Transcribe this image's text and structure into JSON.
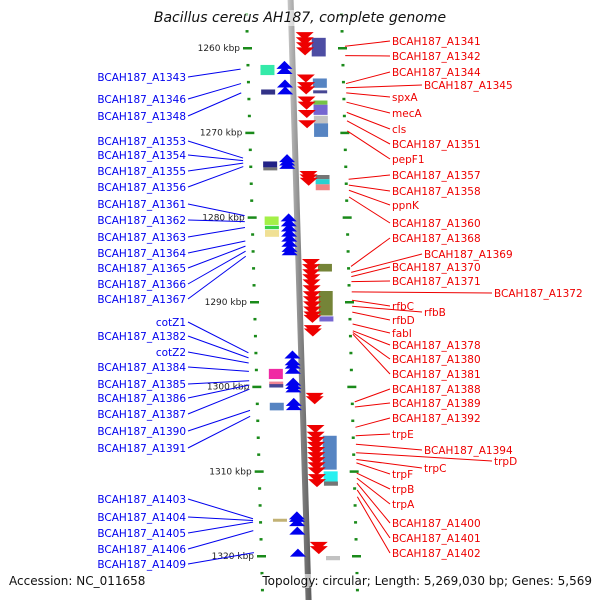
{
  "title": "Bacillus cereus AH187, complete genome",
  "footer": {
    "accession": "Accession: NC_011658",
    "summary": "Topology: circular; Length: 5,269,030 bp; Genes: 5,569"
  },
  "colors": {
    "left_label": "#0000ee",
    "right_label": "#ee0000",
    "tick": "#1a8a1a",
    "backbone": "#8a8a8a"
  },
  "ruler": [
    {
      "label": "1260 kbp",
      "kbp": 1260
    },
    {
      "label": "1270 kbp",
      "kbp": 1270
    },
    {
      "label": "1280 kbp",
      "kbp": 1280
    },
    {
      "label": "1290 kbp",
      "kbp": 1290
    },
    {
      "label": "1300 kbp",
      "kbp": 1300
    },
    {
      "label": "1310 kbp",
      "kbp": 1310
    },
    {
      "label": "1320 kbp",
      "kbp": 1320
    }
  ],
  "left_labels": [
    {
      "name": "BCAH187_A1343",
      "kbp": 1262.5
    },
    {
      "name": "BCAH187_A1346",
      "kbp": 1264.2
    },
    {
      "name": "BCAH187_A1348",
      "kbp": 1265.3
    },
    {
      "name": "BCAH187_A1353",
      "kbp": 1273.0
    },
    {
      "name": "BCAH187_A1354",
      "kbp": 1273.3
    },
    {
      "name": "BCAH187_A1355",
      "kbp": 1273.6
    },
    {
      "name": "BCAH187_A1356",
      "kbp": 1274.0
    },
    {
      "name": "BCAH187_A1361",
      "kbp": 1279.8
    },
    {
      "name": "BCAH187_A1362",
      "kbp": 1280.5
    },
    {
      "name": "BCAH187_A1363",
      "kbp": 1281.2
    },
    {
      "name": "BCAH187_A1364",
      "kbp": 1282.8
    },
    {
      "name": "BCAH187_A1365",
      "kbp": 1283.4
    },
    {
      "name": "BCAH187_A1366",
      "kbp": 1284.0
    },
    {
      "name": "BCAH187_A1367",
      "kbp": 1284.6
    },
    {
      "name": "cotZ1",
      "kbp": 1296.0
    },
    {
      "name": "BCAH187_A1382",
      "kbp": 1296.6
    },
    {
      "name": "cotZ2",
      "kbp": 1297.2
    },
    {
      "name": "BCAH187_A1384",
      "kbp": 1298.2
    },
    {
      "name": "BCAH187_A1385",
      "kbp": 1299.3
    },
    {
      "name": "BCAH187_A1386",
      "kbp": 1299.8
    },
    {
      "name": "BCAH187_A1387",
      "kbp": 1300.3
    },
    {
      "name": "BCAH187_A1390",
      "kbp": 1302.8
    },
    {
      "name": "BCAH187_A1391",
      "kbp": 1303.5
    },
    {
      "name": "BCAH187_A1403",
      "kbp": 1315.6
    },
    {
      "name": "BCAH187_A1404",
      "kbp": 1315.8
    },
    {
      "name": "BCAH187_A1405",
      "kbp": 1316.0
    },
    {
      "name": "BCAH187_A1406",
      "kbp": 1317.0
    },
    {
      "name": "BCAH187_A1409",
      "kbp": 1319.6
    }
  ],
  "right_labels": [
    {
      "name": "BCAH187_A1341",
      "kbp": 1259.8,
      "col": 0
    },
    {
      "name": "BCAH187_A1342",
      "kbp": 1260.9,
      "col": 0
    },
    {
      "name": "BCAH187_A1344",
      "kbp": 1264.2,
      "col": 0
    },
    {
      "name": "BCAH187_A1345",
      "kbp": 1264.7,
      "col": 1
    },
    {
      "name": "spxA",
      "kbp": 1265.3,
      "col": 0
    },
    {
      "name": "mecA",
      "kbp": 1266.4,
      "col": 0
    },
    {
      "name": "cls",
      "kbp": 1267.6,
      "col": 0
    },
    {
      "name": "BCAH187_A1351",
      "kbp": 1268.6,
      "col": 0
    },
    {
      "name": "pepF1",
      "kbp": 1269.8,
      "col": 0
    },
    {
      "name": "BCAH187_A1357",
      "kbp": 1275.5,
      "col": 0
    },
    {
      "name": "BCAH187_A1358",
      "kbp": 1276.2,
      "col": 0
    },
    {
      "name": "ppnK",
      "kbp": 1276.8,
      "col": 0
    },
    {
      "name": "BCAH187_A1360",
      "kbp": 1277.6,
      "col": 0
    },
    {
      "name": "BCAH187_A1368",
      "kbp": 1285.8,
      "col": 0
    },
    {
      "name": "BCAH187_A1369",
      "kbp": 1286.5,
      "col": 1
    },
    {
      "name": "BCAH187_A1370",
      "kbp": 1287.0,
      "col": 0
    },
    {
      "name": "BCAH187_A1371",
      "kbp": 1287.6,
      "col": 0
    },
    {
      "name": "BCAH187_A1372",
      "kbp": 1288.8,
      "col": 2
    },
    {
      "name": "rfbC",
      "kbp": 1289.8,
      "col": 0
    },
    {
      "name": "rfbB",
      "kbp": 1290.5,
      "col": 1
    },
    {
      "name": "rfbD",
      "kbp": 1291.2,
      "col": 0
    },
    {
      "name": "fabI",
      "kbp": 1292.6,
      "col": 0
    },
    {
      "name": "BCAH187_A1378",
      "kbp": 1293.4,
      "col": 0
    },
    {
      "name": "BCAH187_A1380",
      "kbp": 1293.6,
      "col": 0
    },
    {
      "name": "BCAH187_A1381",
      "kbp": 1293.8,
      "col": 0
    },
    {
      "name": "BCAH187_A1388",
      "kbp": 1301.8,
      "col": 0
    },
    {
      "name": "BCAH187_A1389",
      "kbp": 1302.4,
      "col": 0
    },
    {
      "name": "BCAH187_A1392",
      "kbp": 1304.8,
      "col": 0
    },
    {
      "name": "trpE",
      "kbp": 1305.8,
      "col": 0
    },
    {
      "name": "BCAH187_A1394",
      "kbp": 1306.8,
      "col": 1
    },
    {
      "name": "trpD",
      "kbp": 1307.8,
      "col": 2
    },
    {
      "name": "trpC",
      "kbp": 1308.6,
      "col": 1
    },
    {
      "name": "trpF",
      "kbp": 1309.0,
      "col": 0
    },
    {
      "name": "trpB",
      "kbp": 1310.2,
      "col": 0
    },
    {
      "name": "trpA",
      "kbp": 1310.8,
      "col": 0
    },
    {
      "name": "BCAH187_A1400",
      "kbp": 1311.4,
      "col": 0
    },
    {
      "name": "BCAH187_A1401",
      "kbp": 1312.2,
      "col": 0
    },
    {
      "name": "BCAH187_A1402",
      "kbp": 1313.0,
      "col": 0
    }
  ],
  "forward_genes": [
    {
      "start": 1262.0,
      "end": 1263.2,
      "cog": "#1ee8a0"
    },
    {
      "start": 1264.9,
      "end": 1265.5,
      "cog": "#1c1c7a"
    },
    {
      "start": 1273.4,
      "end": 1274.1,
      "cog": "#0a0a7a"
    },
    {
      "start": 1274.1,
      "end": 1274.4,
      "cog": "#666666"
    },
    {
      "start": 1279.9,
      "end": 1280.9,
      "cog": "#99ee33"
    },
    {
      "start": 1281.0,
      "end": 1281.4,
      "cog": "#22cc33"
    },
    {
      "start": 1281.5,
      "end": 1282.3,
      "cog": "#eedd88"
    },
    {
      "start": 1297.9,
      "end": 1299.1,
      "cog": "#ee1199"
    },
    {
      "start": 1299.4,
      "end": 1299.6,
      "cog": "#ee7788"
    },
    {
      "start": 1299.7,
      "end": 1300.1,
      "cog": "#333388"
    },
    {
      "start": 1301.9,
      "end": 1302.8,
      "cog": "#4477bb"
    },
    {
      "start": 1315.6,
      "end": 1315.9,
      "cog": "#bbaa66"
    }
  ],
  "reverse_genes": [
    {
      "start": 1258.8,
      "end": 1261.0,
      "cog": "#3a3a99"
    },
    {
      "start": 1263.6,
      "end": 1264.7,
      "cog": "#4477bb"
    },
    {
      "start": 1265.0,
      "end": 1265.3,
      "cog": "#333388"
    },
    {
      "start": 1266.2,
      "end": 1266.7,
      "cog": "#66bb33"
    },
    {
      "start": 1266.7,
      "end": 1267.9,
      "cog": "#6655cc"
    },
    {
      "start": 1268.0,
      "end": 1268.9,
      "cog": "#bbbbbb"
    },
    {
      "start": 1268.9,
      "end": 1270.5,
      "cog": "#4477bb"
    },
    {
      "start": 1275.0,
      "end": 1275.5,
      "cog": "#666666"
    },
    {
      "start": 1275.5,
      "end": 1276.1,
      "cog": "#11cccc"
    },
    {
      "start": 1276.1,
      "end": 1276.8,
      "cog": "#ee7777"
    },
    {
      "start": 1285.5,
      "end": 1286.4,
      "cog": "#667722"
    },
    {
      "start": 1288.7,
      "end": 1291.6,
      "cog": "#667722"
    },
    {
      "start": 1291.7,
      "end": 1292.3,
      "cog": "#6655cc"
    },
    {
      "start": 1305.8,
      "end": 1309.8,
      "cog": "#4477bb"
    },
    {
      "start": 1310.0,
      "end": 1311.2,
      "cog": "#11eeee"
    },
    {
      "start": 1311.2,
      "end": 1311.7,
      "cog": "#666666"
    },
    {
      "start": 1320.0,
      "end": 1320.5,
      "cog": "#bbbbbb"
    }
  ],
  "forward_arrows": [
    1262.0,
    1262.6,
    1264.2,
    1265.0,
    1273.0,
    1273.4,
    1273.8,
    1280.0,
    1280.6,
    1281.2,
    1281.8,
    1282.4,
    1283.0,
    1283.6,
    1284.0,
    1296.2,
    1297.0,
    1297.4,
    1298.0,
    1299.4,
    1299.8,
    1300.2,
    1301.8,
    1302.3,
    1315.2,
    1315.5,
    1316.0,
    1317.0,
    1319.6
  ],
  "reverse_arrows": [
    1258.6,
    1259.2,
    1259.8,
    1260.4,
    1263.6,
    1264.5,
    1265.0,
    1266.2,
    1266.8,
    1267.8,
    1269.0,
    1275.0,
    1275.4,
    1275.8,
    1285.4,
    1286.0,
    1286.6,
    1287.2,
    1287.8,
    1288.5,
    1289.2,
    1289.8,
    1290.4,
    1291.0,
    1291.6,
    1292.0,
    1293.2,
    1293.6,
    1301.2,
    1301.6,
    1305.0,
    1305.8,
    1306.4,
    1307.0,
    1307.6,
    1308.2,
    1308.8,
    1309.4,
    1310.0,
    1310.8,
    1311.4,
    1318.8,
    1319.3
  ]
}
